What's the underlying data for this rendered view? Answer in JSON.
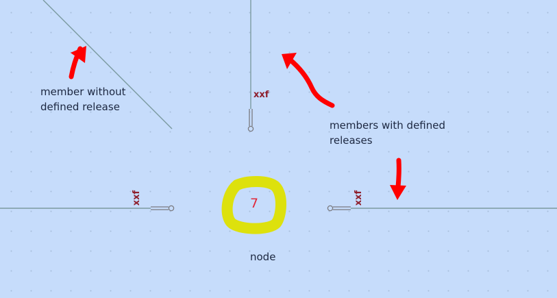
{
  "annotations": {
    "member_without_release": "member without\ndefined release",
    "members_with_releases": "members with defined\nreleases",
    "node": "node"
  },
  "diagram": {
    "node_number": "7",
    "release_label": "xxf"
  },
  "colors": {
    "background": "#c6dcfb",
    "member_line": "#7b9aa0",
    "release_symbol": "#7a7a80",
    "release_text": "#8e1f2c",
    "node_text": "#e0283a",
    "highlight": "#dde10d",
    "arrow": "#ff0000"
  }
}
